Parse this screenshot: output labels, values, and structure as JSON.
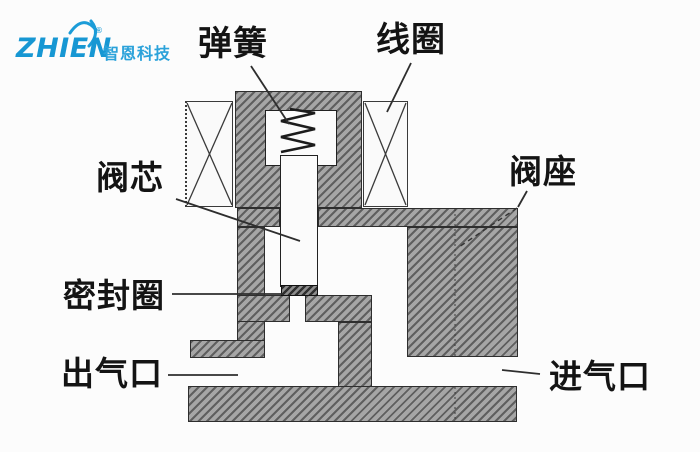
{
  "logo": {
    "brand": "ZHIEN",
    "registered": "®",
    "company": "智恩科技",
    "brand_color": "#1797d3"
  },
  "diagram": {
    "labels": {
      "spring": "弹簧",
      "coil": "线圈",
      "valve_core": "阀芯",
      "valve_seat": "阀座",
      "seal_ring": "密封圈",
      "outlet": "出气口",
      "inlet": "进气口"
    },
    "colors": {
      "line": "#2e2e2e",
      "hatch_dark_stripe": "#5f5f5f",
      "hatch_light_stripe": "#a6a6a6",
      "label_text": "#141414"
    }
  }
}
